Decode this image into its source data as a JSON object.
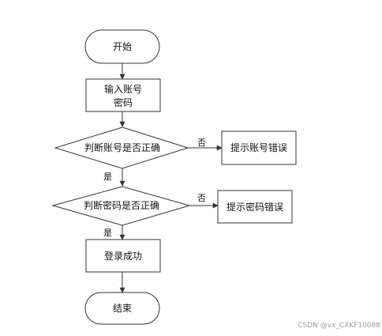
{
  "flowchart": {
    "start": "开始",
    "input_line1": "输入账号",
    "input_line2": "密码",
    "check_account": "判断账号是否正确",
    "account_error": "提示账号错误",
    "check_password": "判断密码是否正确",
    "password_error": "提示密码错误",
    "login_success": "登录成功",
    "end": "结束",
    "yes_label": "是",
    "no_label": "否"
  },
  "watermark": "CSDN @vx_CXKF10088"
}
